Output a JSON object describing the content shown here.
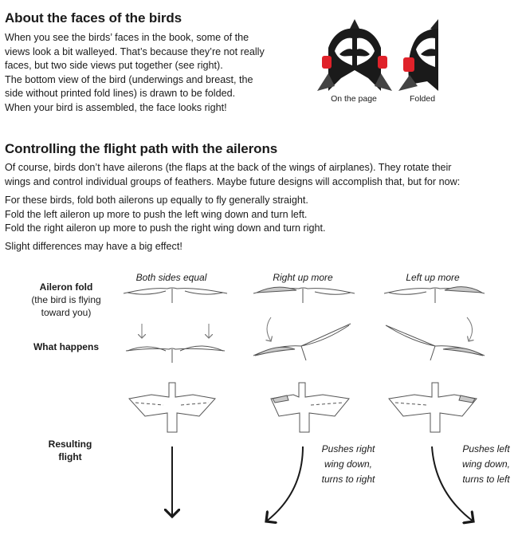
{
  "faces": {
    "heading": "About the faces of the birds",
    "lines": [
      "When you see the birds’ faces in the book, some of the",
      "views look a bit walleyed. That’s because they’re not really",
      "faces, but two side views put together (see right).",
      "The bottom view of the bird (underwings and breast, the",
      "side without printed fold lines) is drawn to be folded.",
      "When your bird is assembled, the face looks right!"
    ],
    "caption_page": "On the page",
    "caption_folded": "Folded"
  },
  "flight": {
    "heading": "Controlling the flight path with the ailerons",
    "intro": [
      "Of course, birds don’t have ailerons (the flaps at the back of the wings of airplanes). They rotate their",
      "wings and control individual groups of feathers.  Maybe future designs will accomplish that, but for now:"
    ],
    "instructions": [
      "For these birds, fold both ailerons up equally to fly generally straight.",
      "Fold the left aileron up more to push the left wing down and turn left.",
      "Fold the right aileron up more to push the right wing down and turn right."
    ],
    "note": "Slight differences may have a big effect!"
  },
  "diagram": {
    "columns": [
      "Both sides equal",
      "Right up more",
      "Left up more"
    ],
    "row_labels": {
      "aileron_title": "Aileron fold",
      "aileron_sub1": "(the bird is flying",
      "aileron_sub2": "toward you)",
      "what_happens": "What happens",
      "resulting1": "Resulting",
      "resulting2": "flight"
    },
    "results": {
      "right": [
        "Pushes right",
        "wing down,",
        "turns to right"
      ],
      "left": [
        "Pushes left",
        "wing down,",
        "turns to left"
      ]
    }
  },
  "colors": {
    "flap": "#c9c9c9",
    "outline": "#555555",
    "red": "#e0222a"
  }
}
